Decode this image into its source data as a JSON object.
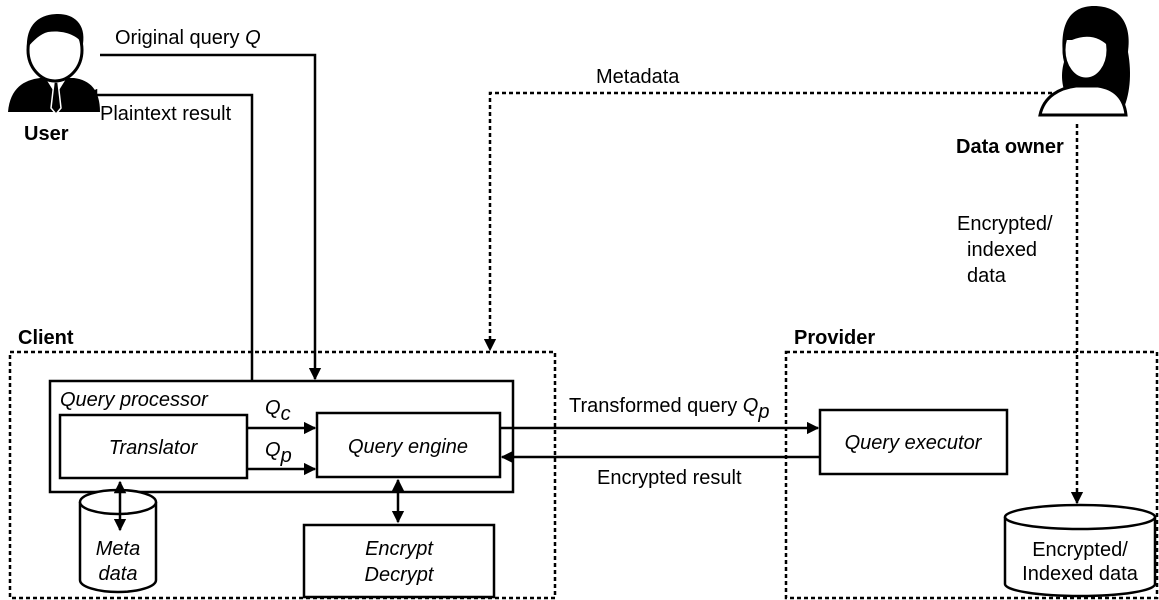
{
  "actors": {
    "user": "User",
    "data_owner": "Data owner"
  },
  "regions": {
    "client": "Client",
    "provider": "Provider"
  },
  "components": {
    "query_processor": "Query processor",
    "translator": "Translator",
    "query_engine": "Query engine",
    "encrypt": "Encrypt",
    "decrypt": "Decrypt",
    "query_executor": "Query executor",
    "meta": "Meta",
    "data": "data",
    "provider_db_line1": "Encrypted/",
    "provider_db_line2": "Indexed data"
  },
  "edges": {
    "original_query": "Original query ",
    "original_query_var": "Q",
    "plaintext_result": "Plaintext result",
    "metadata": "Metadata",
    "enc_idx_line1": "Encrypted/",
    "enc_idx_line2": "indexed",
    "enc_idx_line3": "data",
    "q_sym": "Q",
    "qc_sub": "c",
    "qp_sub": "p",
    "transformed_query": "Transformed query ",
    "encrypted_result": "Encrypted result"
  }
}
